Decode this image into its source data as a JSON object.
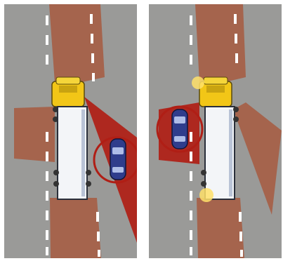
{
  "colors": {
    "road": "#9a9a98",
    "blind_zone": "#a5644d",
    "lane_marking": "#ffffff",
    "warning_red": "#b01e15",
    "truck_cab": "#f2c617",
    "trailer": "#f3f5f8",
    "car": "#2f3d8c",
    "signal_light": "#ffe06a"
  },
  "panels": [
    {
      "id": "left",
      "scene": "car-in-blind-spot-right",
      "warning": "car-highlighted"
    },
    {
      "id": "right",
      "scene": "car-in-blind-spot-left",
      "warning": "car-highlighted-signals-flashing"
    }
  ],
  "icons": [
    "truck-icon",
    "car-icon",
    "turn-signal-icon",
    "warning-ring-icon"
  ]
}
